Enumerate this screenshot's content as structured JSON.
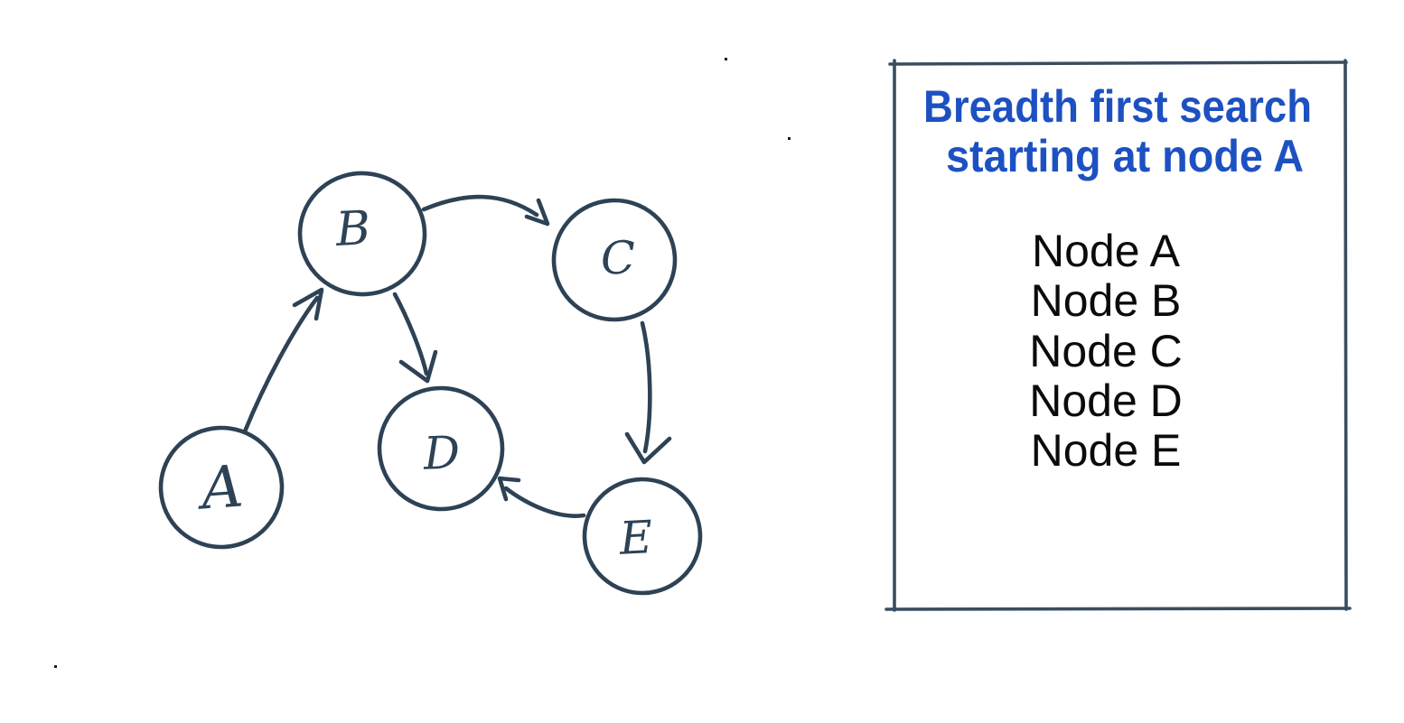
{
  "graph": {
    "ink_color": "#2d4255",
    "nodes": [
      {
        "id": "A",
        "label": "A"
      },
      {
        "id": "B",
        "label": "B"
      },
      {
        "id": "C",
        "label": "C"
      },
      {
        "id": "D",
        "label": "D"
      },
      {
        "id": "E",
        "label": "E"
      }
    ],
    "edges": [
      {
        "from": "A",
        "to": "B"
      },
      {
        "from": "B",
        "to": "C"
      },
      {
        "from": "B",
        "to": "D"
      },
      {
        "from": "C",
        "to": "E"
      },
      {
        "from": "E",
        "to": "D"
      }
    ]
  },
  "panel": {
    "title_line1": "Breadth first search",
    "title_line2": "starting at node A",
    "title_color": "#1d51c2",
    "items": [
      "Node A",
      "Node B",
      "Node C",
      "Node D",
      "Node E"
    ],
    "text_color": "#0b0b0b",
    "border_color": "#394d60"
  }
}
